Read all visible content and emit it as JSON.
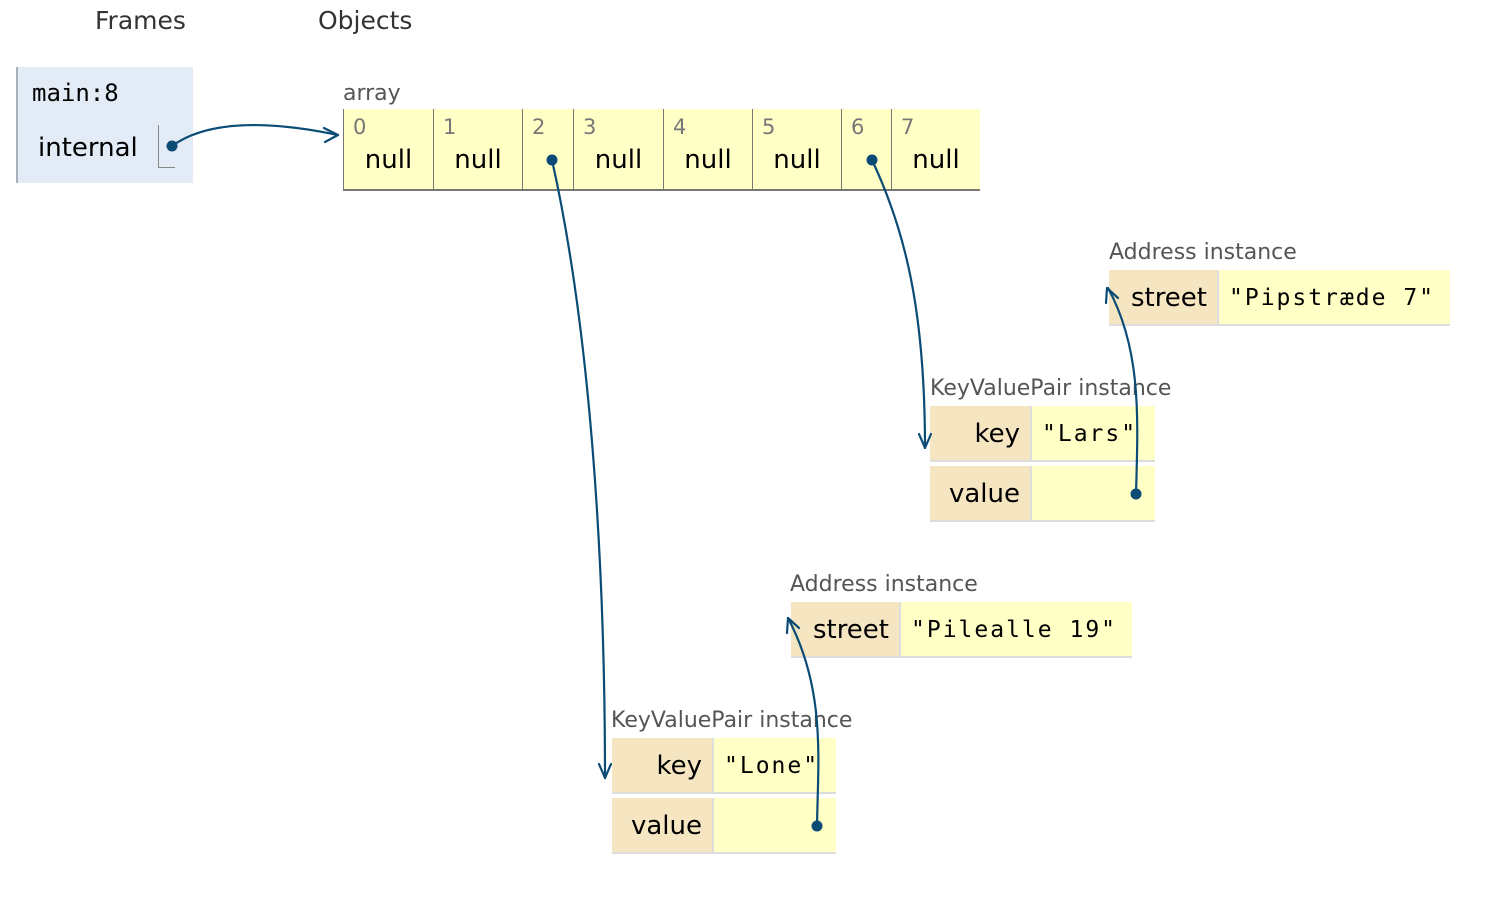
{
  "headers": {
    "frames": "Frames",
    "objects": "Objects"
  },
  "frame": {
    "title": "main:8",
    "variable": "internal"
  },
  "array": {
    "label": "array",
    "cells": [
      {
        "index": "0",
        "value": "null"
      },
      {
        "index": "1",
        "value": "null"
      },
      {
        "index": "2",
        "value": ""
      },
      {
        "index": "3",
        "value": "null"
      },
      {
        "index": "4",
        "value": "null"
      },
      {
        "index": "5",
        "value": "null"
      },
      {
        "index": "6",
        "value": ""
      },
      {
        "index": "7",
        "value": "null"
      }
    ]
  },
  "kvp_lars": {
    "label": "KeyValuePair instance",
    "key_name": "key",
    "key_value": "\"Lars\"",
    "value_name": "value"
  },
  "addr_pipstraede": {
    "label": "Address instance",
    "field": "street",
    "value": "\"Pipstræde 7\""
  },
  "addr_pilealle": {
    "label": "Address instance",
    "field": "street",
    "value": "\"Pilealle 19\""
  },
  "kvp_lone": {
    "label": "KeyValuePair instance",
    "key_name": "key",
    "key_value": "\"Lone\"",
    "value_name": "value"
  },
  "colors": {
    "pointer": "#0b4c76",
    "object_bg": "#ffffc6",
    "field_bg": "#f5e6c1",
    "frame_bg": "#e2ebf6"
  }
}
